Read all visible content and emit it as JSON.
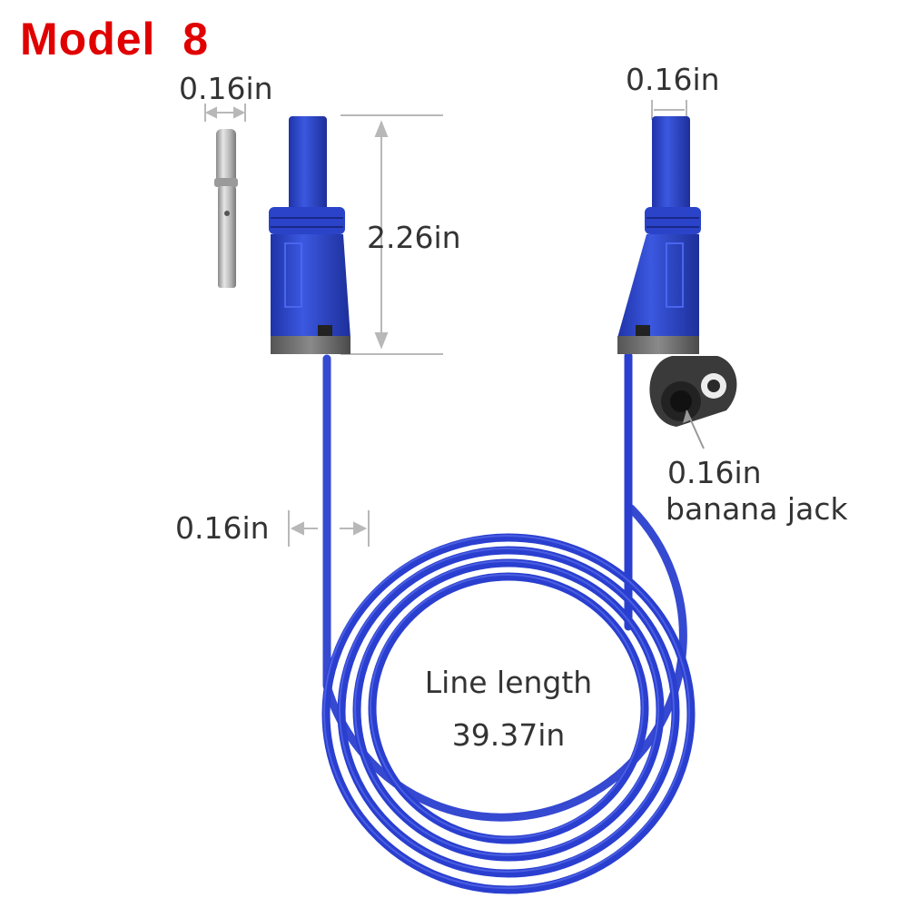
{
  "header": {
    "model_label": "Model  8"
  },
  "dimensions": {
    "pin_diameter": "0.16in",
    "top_plug_diameter": "0.16in",
    "plug_length": "2.26in",
    "wire_diameter": "0.16in",
    "jack_size": "0.16in",
    "jack_type": "banana jack",
    "line_length_label": "Line length",
    "line_length_value": "39.37in"
  },
  "colors": {
    "cable_blue": "#2a3fcf",
    "plug_blue": "#2d45c8",
    "title_red": "#e00000",
    "dimension_gray": "#b8b8b8",
    "text_gray": "#333333"
  },
  "icons": [
    "banana-pin-icon",
    "jack-socket-icon",
    "left-plug-icon",
    "right-plug-icon"
  ]
}
